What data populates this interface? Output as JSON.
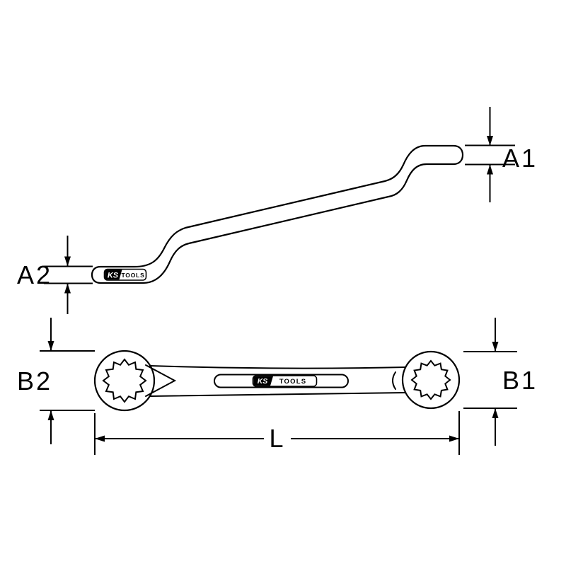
{
  "diagram": {
    "labels": {
      "a1": "A1",
      "a2": "A2",
      "b1": "B1",
      "b2": "B2",
      "l": "L"
    },
    "brand": {
      "ks": "KS",
      "tools": "TOOLS"
    },
    "colors": {
      "line": "#000000",
      "background": "#ffffff"
    }
  }
}
